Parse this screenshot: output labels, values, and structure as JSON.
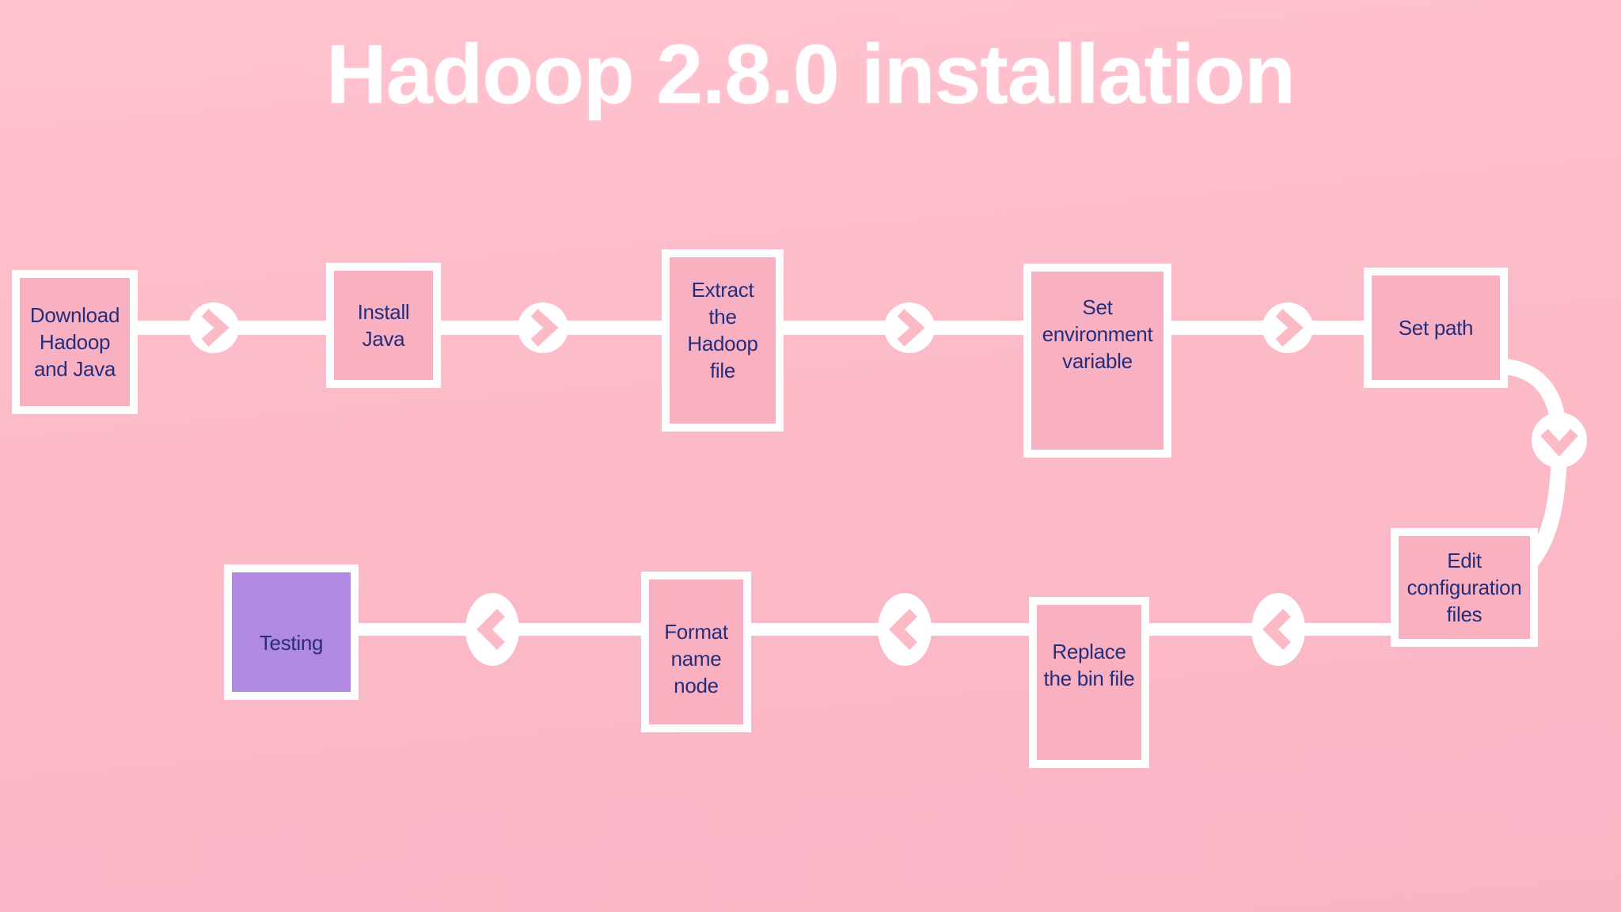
{
  "title": "Hadoop 2.8.0 installation",
  "steps": [
    {
      "id": "download-hadoop-java",
      "label": "Download Hadoop and Java",
      "row": "top",
      "highlighted": false
    },
    {
      "id": "install-java",
      "label": "Install Java",
      "row": "top",
      "highlighted": false
    },
    {
      "id": "extract-hadoop-file",
      "label": "Extract the Hadoop file",
      "row": "top",
      "highlighted": false
    },
    {
      "id": "set-environment-variable",
      "label": "Set environment variable",
      "row": "top",
      "highlighted": false
    },
    {
      "id": "set-path",
      "label": "Set path",
      "row": "top",
      "highlighted": false
    },
    {
      "id": "edit-configuration-files",
      "label": "Edit configuration files",
      "row": "bottom",
      "highlighted": false
    },
    {
      "id": "replace-bin-file",
      "label": "Replace the bin file",
      "row": "bottom",
      "highlighted": false
    },
    {
      "id": "format-name-node",
      "label": "Format name node",
      "row": "bottom",
      "highlighted": false
    },
    {
      "id": "testing",
      "label": "Testing",
      "row": "bottom",
      "highlighted": true
    }
  ],
  "arrows": [
    {
      "between": [
        "download-hadoop-java",
        "install-java"
      ],
      "direction": "right"
    },
    {
      "between": [
        "install-java",
        "extract-hadoop-file"
      ],
      "direction": "right"
    },
    {
      "between": [
        "extract-hadoop-file",
        "set-environment-variable"
      ],
      "direction": "right"
    },
    {
      "between": [
        "set-environment-variable",
        "set-path"
      ],
      "direction": "right"
    },
    {
      "between": [
        "set-path",
        "edit-configuration-files"
      ],
      "direction": "down"
    },
    {
      "between": [
        "edit-configuration-files",
        "replace-bin-file"
      ],
      "direction": "left"
    },
    {
      "between": [
        "replace-bin-file",
        "format-name-node"
      ],
      "direction": "left"
    },
    {
      "between": [
        "format-name-node",
        "testing"
      ],
      "direction": "left"
    }
  ],
  "colors": {
    "background_pink": "#fcbac7",
    "node_fill_pink": "#f9b0c1",
    "highlight_purple": "#b289e0",
    "connector_white": "#ffffff",
    "text_navy": "#252e7b",
    "title_white": "#ffffff"
  }
}
